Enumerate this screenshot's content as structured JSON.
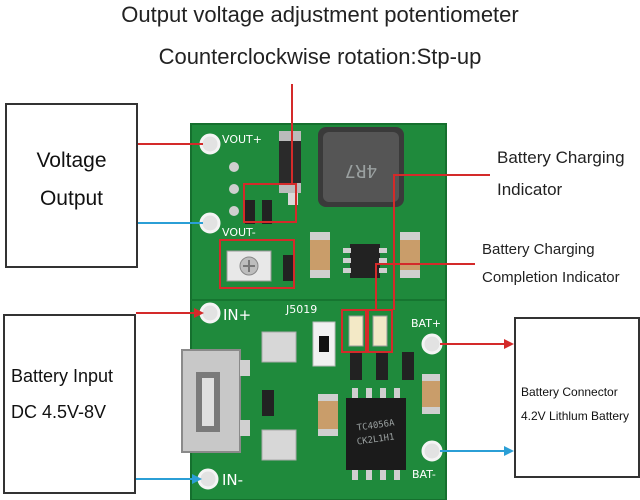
{
  "header": {
    "line1": "Output voltage adjustment potentiometer",
    "line2": "Counterclockwise rotation:Stp-up"
  },
  "boxes": {
    "voltage_output": {
      "line1": "Voltage",
      "line2": "Output"
    },
    "battery_input": {
      "line1": "Battery Input",
      "line2": "DC 4.5V-8V"
    },
    "battery_connector": {
      "line1": "Battery Connector",
      "line2": "4.2V Lithlum Battery"
    }
  },
  "labels": {
    "charging_indicator": {
      "line1": "Battery Charging",
      "line2": "Indicator"
    },
    "charging_complete": {
      "line1": "Battery Charging",
      "line2": "Completion Indicator"
    }
  },
  "pcb": {
    "vout_plus": "VOUT+",
    "vout_minus": "VOUT-",
    "in_plus": "IN+",
    "in_minus": "IN-",
    "bat_plus": "BAT+",
    "bat_minus": "BAT-",
    "board_id": "J5019",
    "inductor_mark": "4R7",
    "chip_mark_1": "TC4056A",
    "chip_mark_2": "CK2L1H1"
  },
  "colors": {
    "pcb_green": "#1f8a3c",
    "arrow_red": "#d42a2a",
    "arrow_blue": "#2b9fd6",
    "pad_silver": "#d8d8d8"
  }
}
